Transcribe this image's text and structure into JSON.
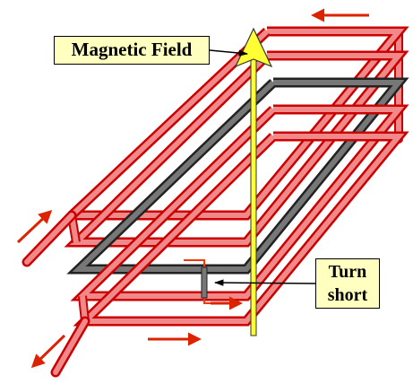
{
  "labels": {
    "magnetic_field": "Magnetic Field",
    "turn_short_line1": "Turn",
    "turn_short_line2": "short"
  },
  "colors": {
    "coil_outline": "#cc0000",
    "coil_fill": "#f08a8a",
    "shorted_turn_fill": "#777777",
    "shorted_turn_outline": "#222222",
    "field_arrow_fill": "#ffff33",
    "current_arrow": "#dd2200",
    "callout_background": "#ffffc0"
  }
}
